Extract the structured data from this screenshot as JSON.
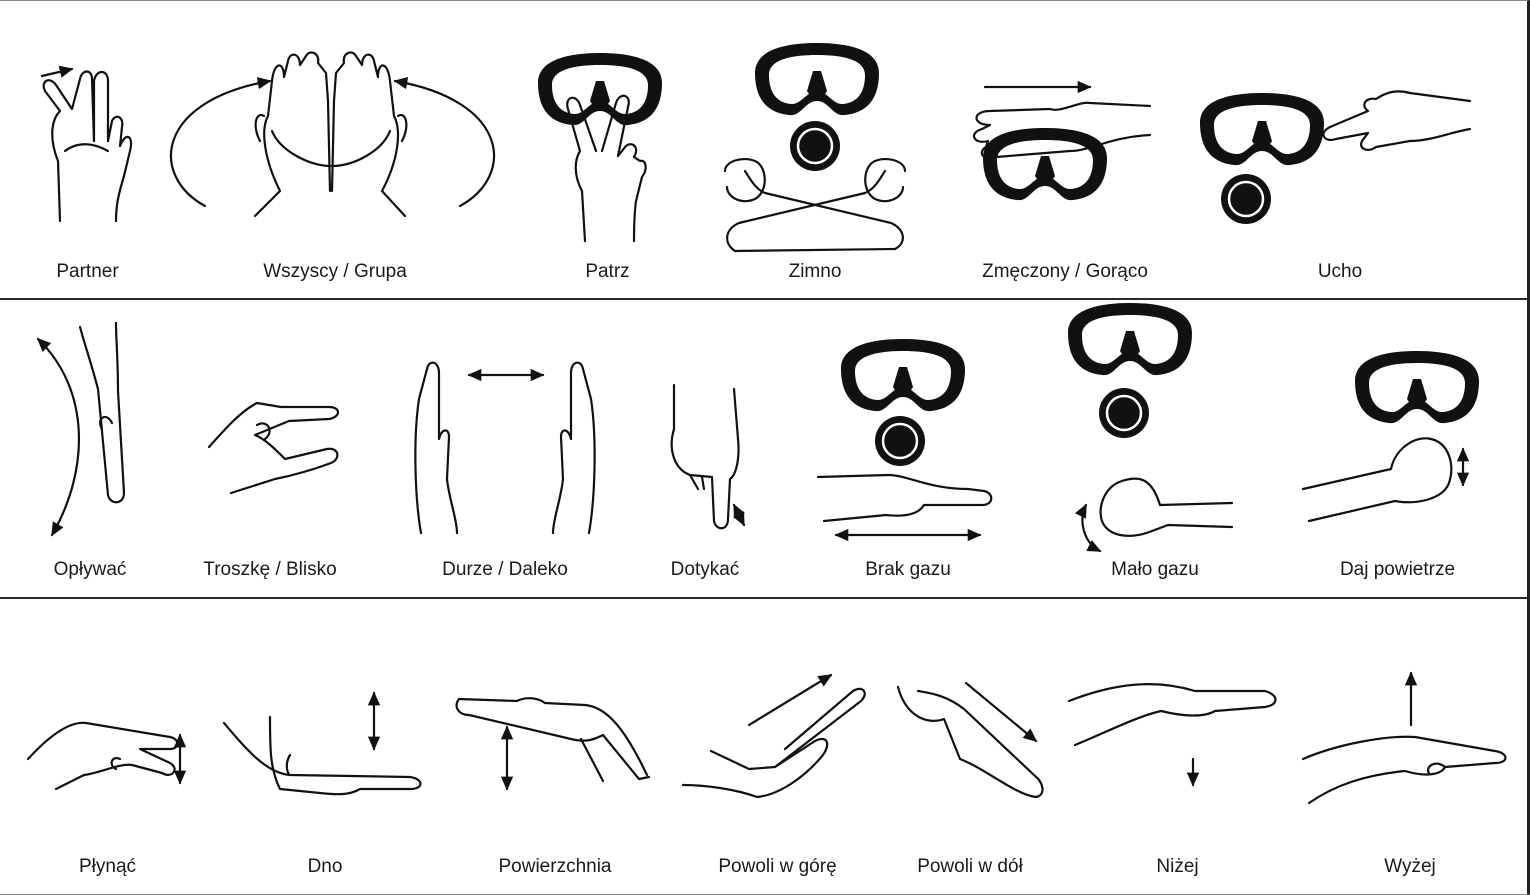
{
  "rows": [
    {
      "signs": [
        {
          "label": "Partner"
        },
        {
          "label": "Wszyscy / Grupa"
        },
        {
          "label": "Patrz"
        },
        {
          "label": "Zimno"
        },
        {
          "label": "Zmęczony  /  Gorąco"
        },
        {
          "label": "Ucho"
        }
      ]
    },
    {
      "signs": [
        {
          "label": "Opływać"
        },
        {
          "label": "Troszkę / Blisko"
        },
        {
          "label": "Durze / Daleko"
        },
        {
          "label": "Dotykać"
        },
        {
          "label": "Brak gazu"
        },
        {
          "label": "Mało gazu"
        },
        {
          "label": "Daj powietrze"
        }
      ]
    },
    {
      "signs": [
        {
          "label": "Płynąć"
        },
        {
          "label": "Dno"
        },
        {
          "label": "Powierzchnia"
        },
        {
          "label": "Powoli w górę"
        },
        {
          "label": "Powoli w dół"
        },
        {
          "label": "Niżej"
        },
        {
          "label": "Wyżej"
        }
      ]
    }
  ]
}
